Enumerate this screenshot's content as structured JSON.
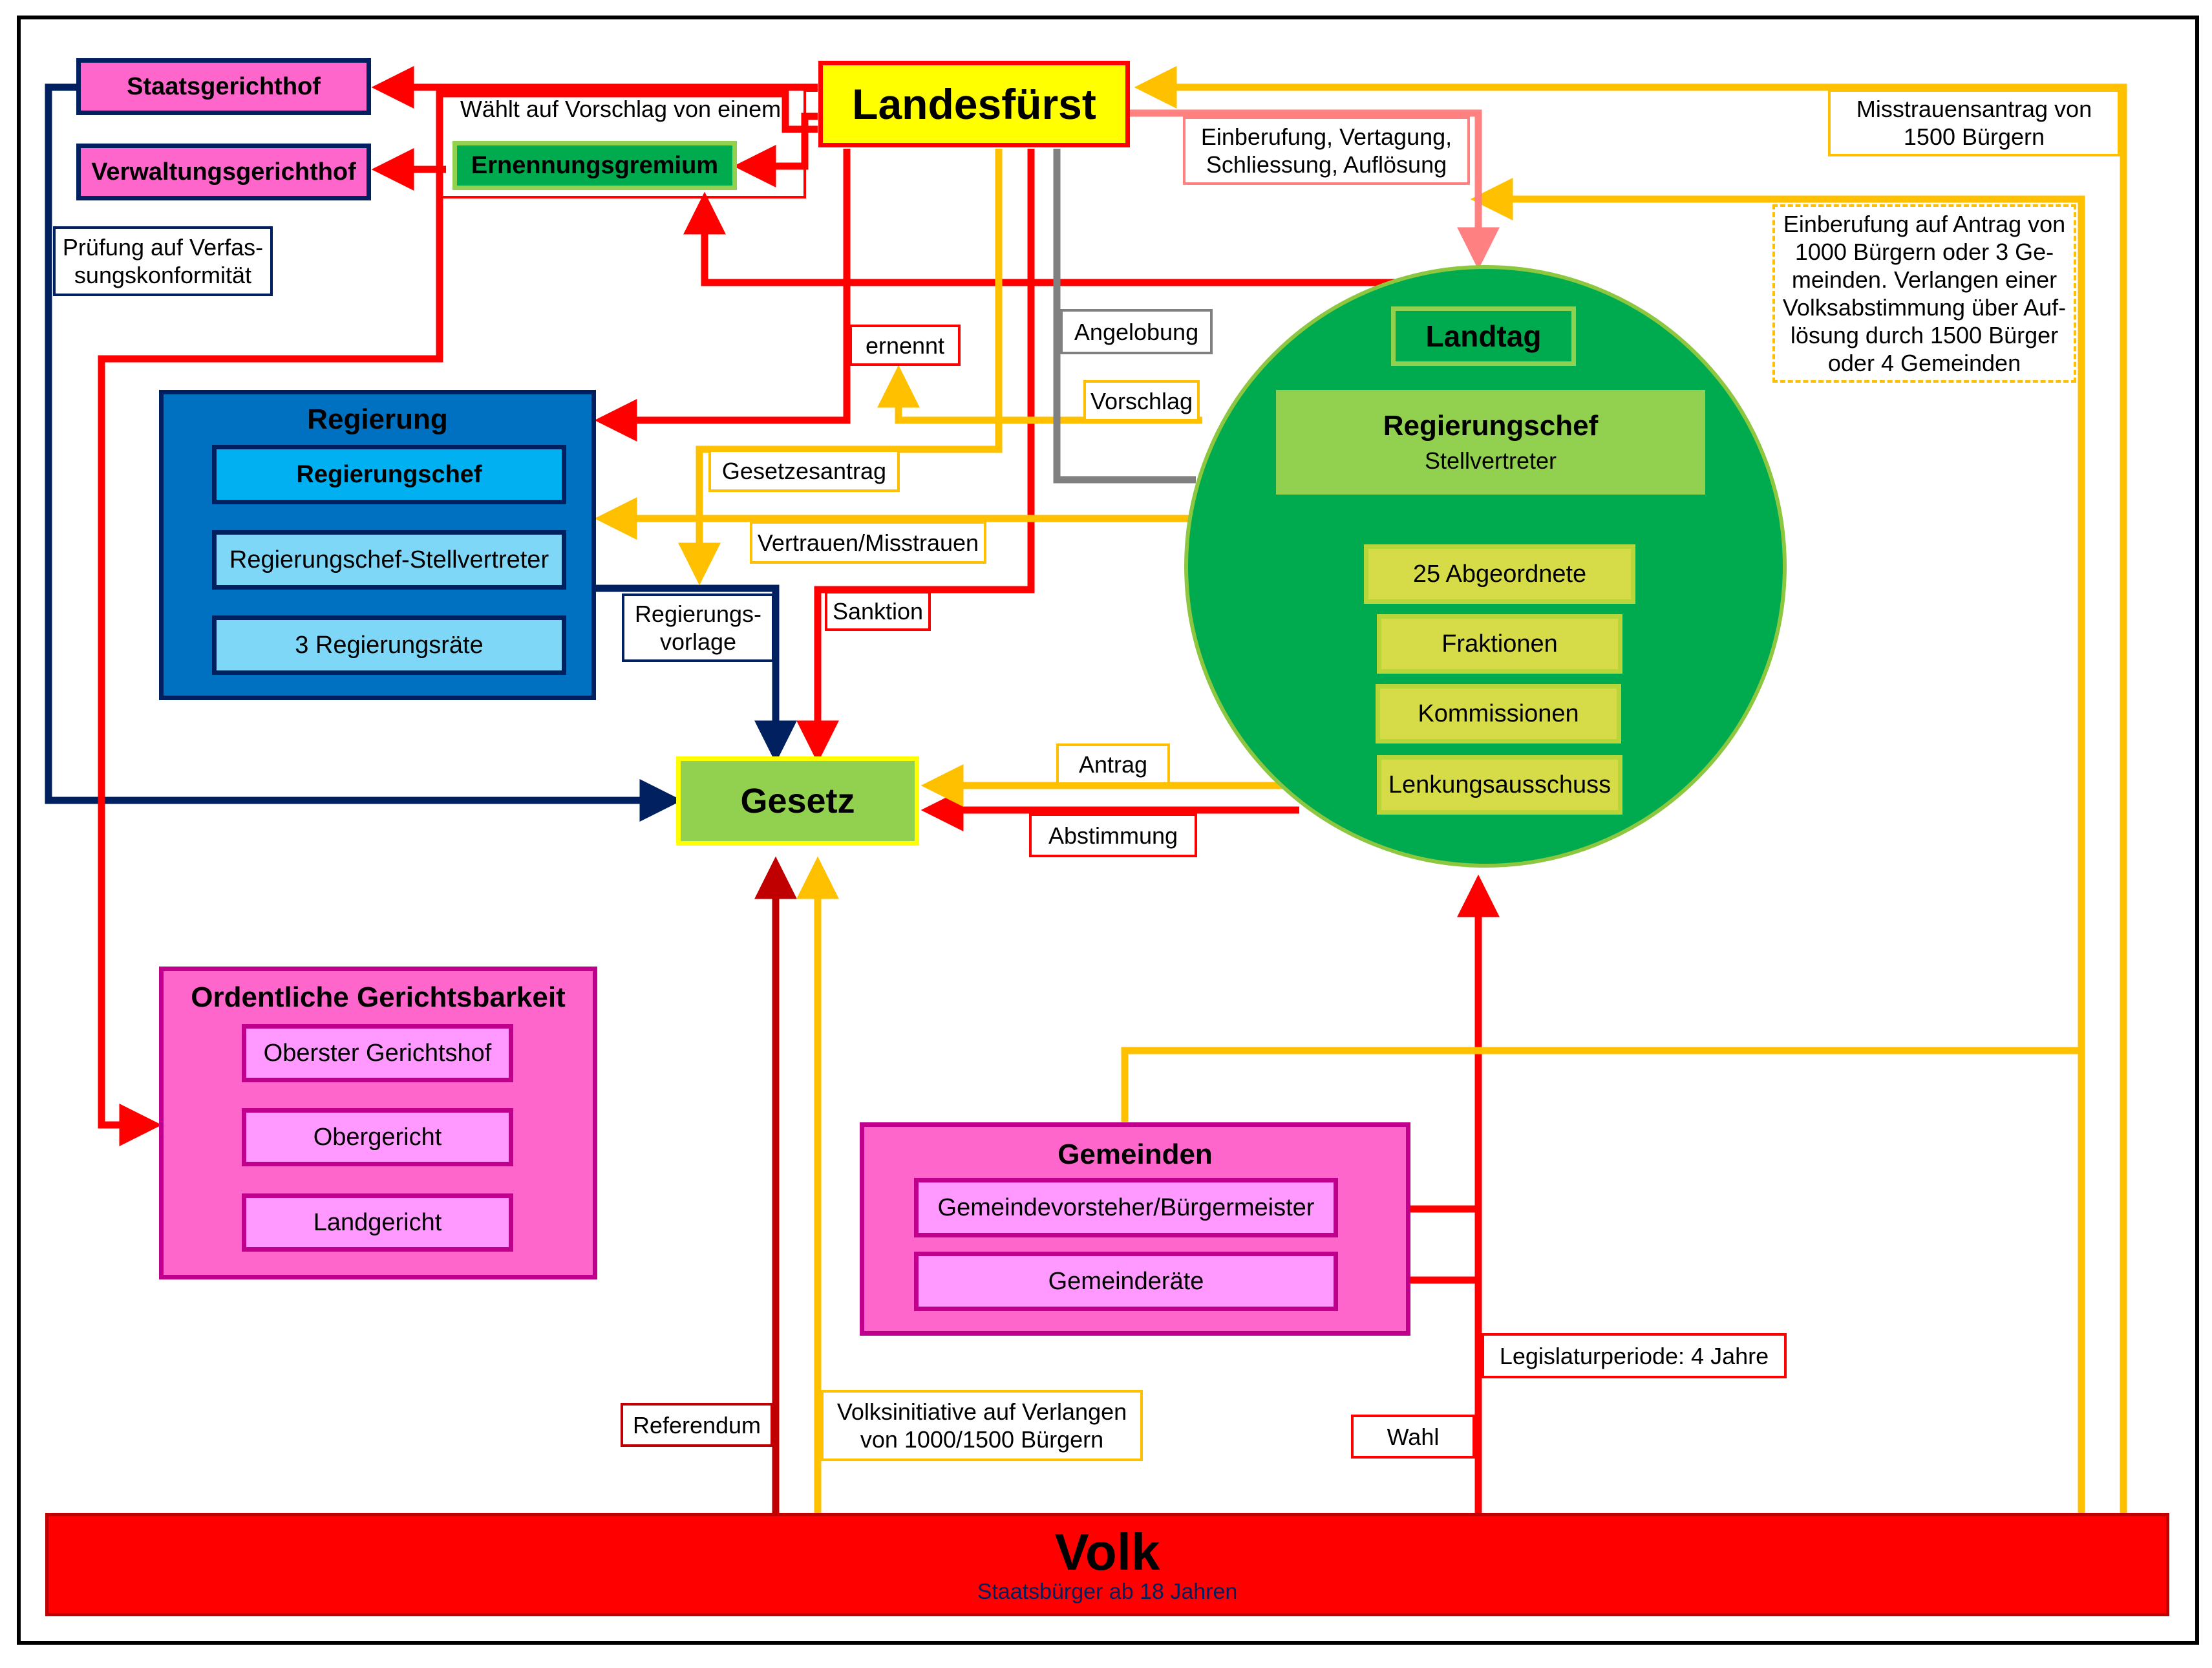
{
  "nodes": {
    "landesfuerst": "Landesfürst",
    "staatsgerichtshof": "Staatsgerichthof",
    "verwaltungsgerichtshof": "Verwaltungsgerichthof",
    "ernennungsgremium": "Ernennungsgremium",
    "regierung": {
      "title": "Regierung",
      "items": [
        "Regierungschef",
        "Regierungschef-Stellvertreter",
        "3 Regierungsräte"
      ]
    },
    "gesetz": "Gesetz",
    "landtag": {
      "title": "Landtag",
      "regierungschef": "Regierungschef",
      "stellvertreter": "Stellvertreter",
      "items": [
        "25 Abgeordnete",
        "Fraktionen",
        "Kommissionen",
        "Lenkungsausschuss"
      ]
    },
    "gerichtsbarkeit": {
      "title": "Ordentliche Gerichtsbarkeit",
      "items": [
        "Oberster Gerichtshof",
        "Obergericht",
        "Landgericht"
      ]
    },
    "gemeinden": {
      "title": "Gemeinden",
      "items": [
        "Gemeindevorsteher/Bürgermeister",
        "Gemeinderäte"
      ]
    },
    "volk": {
      "title": "Volk",
      "subtitle": "Staatsbürger ab 18 Jahren"
    }
  },
  "labels": {
    "waehlt": "Wählt auf Vorschlag von einem",
    "pruefung": "Prüfung auf Verfas-\nsungskonformität",
    "einberufung_fuerst": "Einberufung, Vertagung,\nSchliessung, Auflösung",
    "misstrauensantrag": "Misstrauensantrag von\n1500 Bürgern",
    "einberufung_antrag": "Einberufung auf Antrag von\n1000 Bürgern oder 3 Ge-\nmeinden. Verlangen einer\nVolksabstimmung über Auf-\nlösung durch 1500 Bürger\noder 4 Gemeinden",
    "ernennt": "ernennt",
    "angelobung": "Angelobung",
    "vorschlag": "Vorschlag",
    "gesetzesantrag": "Gesetzesantrag",
    "vertrauen": "Vertrauen/Misstrauen",
    "regierungsvorlage": "Regierungs-\nvorlage",
    "sanktion": "Sanktion",
    "antrag": "Antrag",
    "abstimmung": "Abstimmung",
    "legislaturperiode": "Legislaturperiode: 4 Jahre",
    "referendum": "Referendum",
    "volksinitiative": "Volksinitiative auf Verlangen\nvon 1000/1500 Bürgern",
    "wahl": "Wahl"
  },
  "colors": {
    "red": "#ff0000",
    "dark_red": "#c00000",
    "orange": "#ffc000",
    "navy": "#002060",
    "gray": "#808080",
    "pink_line": "#ff8080",
    "magenta": "#ff66cc",
    "light_magenta": "#ff99ff",
    "magenta_border": "#c0008c",
    "blue": "#0070c0",
    "cyan": "#00b0f0",
    "light_cyan": "#7fd7f7",
    "green": "#00ab4f",
    "light_green": "#92d050",
    "yellow_green": "#d6dc48",
    "yellow": "#ffff00"
  }
}
